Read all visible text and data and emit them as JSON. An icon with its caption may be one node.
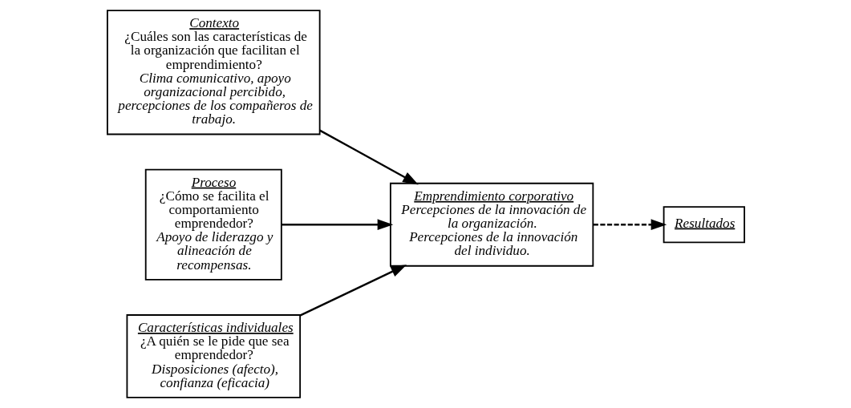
{
  "diagram": {
    "nodes": [
      {
        "text": [
          "Contexto",
          "¿Cuáles son las características de la organización que facilitan el emprendimiento?",
          "Clima comunicativo, apoyo organizacional percibido, percepciones de los compañeros de trabajo."
        ]
      },
      {
        "text": [
          "Proceso",
          "¿Cómo se facilita el comportamiento emprendedor?",
          "Apoyo de liderazgo y alineación de recompensas."
        ]
      },
      {
        "text": [
          "Características individuales",
          "¿A quién se le pide que sea emprendedor?",
          "Disposiciones (afecto), confianza (eficacia)"
        ]
      },
      {
        "text": [
          "Emprendimiento corporativo",
          "Percepciones de la innovación de la organización.",
          "Percepciones de la innovación del individuo."
        ]
      },
      {
        "text": [
          "Resultados"
        ]
      }
    ],
    "edges": [
      {
        "from": 0,
        "to": 3,
        "arrow": "to"
      },
      {
        "from": 1,
        "to": 3,
        "arrow": "to"
      },
      {
        "from": 2,
        "to": 3,
        "arrow": "to"
      },
      {
        "from": 3,
        "to": 4,
        "arrow": "to",
        "style": "dashed"
      }
    ]
  }
}
